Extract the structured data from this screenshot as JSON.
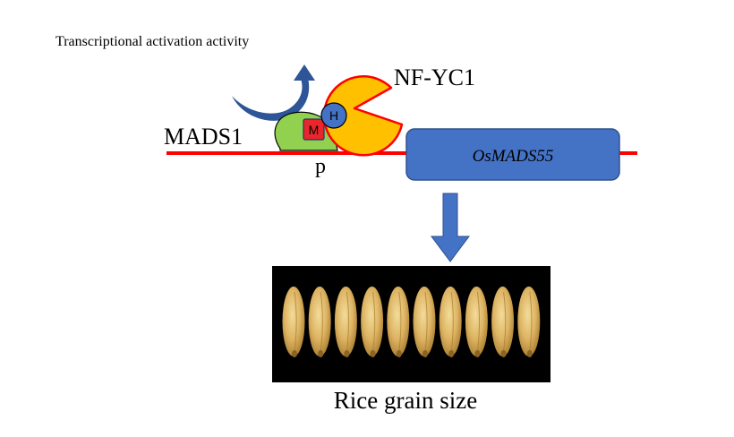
{
  "diagram": {
    "activity_label": "Transcriptional activation activity",
    "nfyc1_label": "NF-YC1",
    "mads1_label": "MADS1",
    "promoter_label": "p",
    "gene_label": "OsMADS55",
    "m_domain_label": "M",
    "h_domain_label": "H",
    "result_label": "Rice grain size",
    "grain_count": 10
  },
  "colors": {
    "dna_line": "#ff0000",
    "gene_box": "#4472c4",
    "gene_box_border": "#2f528f",
    "mads1_body": "#92d050",
    "m_domain": "#e8262c",
    "h_domain": "#4472c4",
    "nfyc1_body": "#ffc000",
    "nfyc1_border": "#ff0000",
    "curved_arrow": "#2e5597",
    "down_arrow": "#4472c4",
    "photo_background": "#000000",
    "grain": "#d9b25e"
  },
  "icons": {
    "curved_arrow": "curved-arrow-icon",
    "down_arrow": "down-arrow-icon",
    "rice_grain": "rice-grain-icon"
  }
}
